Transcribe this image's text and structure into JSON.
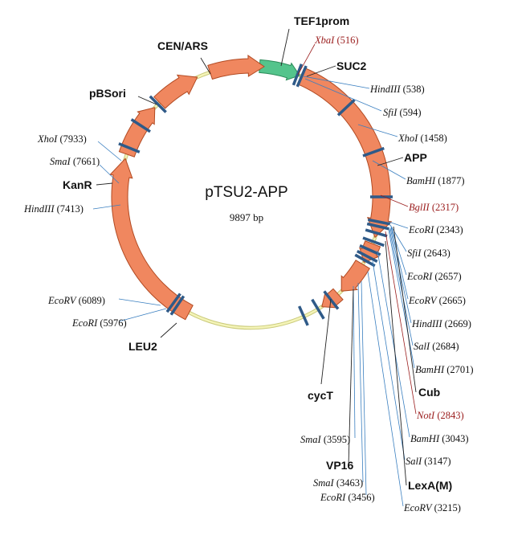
{
  "plasmid": {
    "name": "pTSU2-APP",
    "size": "9897 bp"
  },
  "features": {
    "tef1prom": "TEF1prom",
    "suc2": "SUC2",
    "app": "APP",
    "cub": "Cub",
    "lexa": "LexA(M)",
    "vp16": "VP16",
    "cyct": "cycT",
    "leu2": "LEU2",
    "kanr": "KanR",
    "pbsori": "pBSori",
    "cenars": "CEN/ARS"
  },
  "sites": [
    {
      "enzyme": "XbaI",
      "pos": "(516)",
      "red": true
    },
    {
      "enzyme": "HindIII",
      "pos": "(538)"
    },
    {
      "enzyme": "SfiI",
      "pos": "(594)"
    },
    {
      "enzyme": "XhoI",
      "pos": "(1458)"
    },
    {
      "enzyme": "BamHI",
      "pos": "(1877)"
    },
    {
      "enzyme": "BglII",
      "pos": "(2317)",
      "red": true
    },
    {
      "enzyme": "EcoRI",
      "pos": "(2343)"
    },
    {
      "enzyme": "SfiI",
      "pos": "(2643)"
    },
    {
      "enzyme": "EcoRI",
      "pos": "(2657)"
    },
    {
      "enzyme": "EcoRV",
      "pos": "(2665)"
    },
    {
      "enzyme": "HindIII",
      "pos": "(2669)"
    },
    {
      "enzyme": "SalI",
      "pos": "(2684)"
    },
    {
      "enzyme": "BamHI",
      "pos": "(2701)"
    },
    {
      "enzyme": "NotI",
      "pos": "(2843)",
      "red": true
    },
    {
      "enzyme": "BamHI",
      "pos": "(3043)"
    },
    {
      "enzyme": "SalI",
      "pos": "(3147)"
    },
    {
      "enzyme": "EcoRV",
      "pos": "(3215)"
    },
    {
      "enzyme": "SmaI",
      "pos": "(3595)"
    },
    {
      "enzyme": "SmaI",
      "pos": "(3463)"
    },
    {
      "enzyme": "EcoRI",
      "pos": "(3456)"
    },
    {
      "enzyme": "EcoRV",
      "pos": "(6089)"
    },
    {
      "enzyme": "EcoRI",
      "pos": "(5976)"
    },
    {
      "enzyme": "XhoI",
      "pos": "(7933)"
    },
    {
      "enzyme": "SmaI",
      "pos": "(7661)"
    },
    {
      "enzyme": "HindIII",
      "pos": "(7413)"
    }
  ],
  "colors": {
    "feature_fill": "#f0875f",
    "promoter_fill": "#54c48c",
    "backbone": "#eded9a",
    "site_tick": "#2f5a88",
    "highlight_text": "#9a1c1c"
  }
}
